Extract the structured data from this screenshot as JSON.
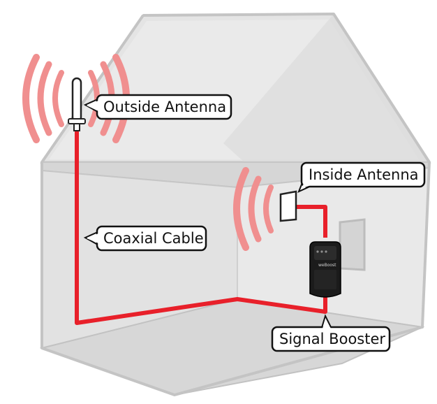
{
  "labels": {
    "outside_antenna": "Outside Antenna",
    "inside_antenna": "Inside Antenna",
    "coaxial_cable": "Coaxial Cable",
    "signal_booster": "Signal Booster"
  },
  "device": {
    "brand": "weBoost"
  },
  "colors": {
    "cable": "#e8202a",
    "signal_wave": "#f08f8f",
    "house_fill": "#e3e3e3",
    "house_stroke": "#c4c4c4",
    "booster_body": "#1b1b1b",
    "callout_border": "#111111"
  }
}
